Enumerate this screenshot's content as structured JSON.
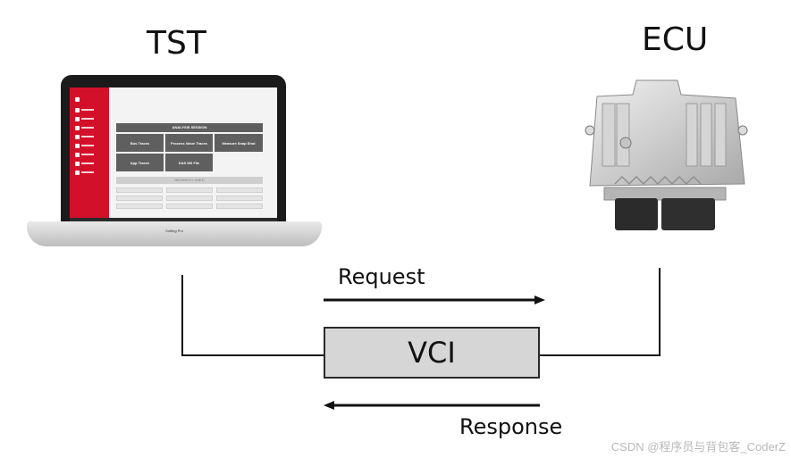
{
  "labels": {
    "tst": "TST",
    "ecu": "ECU",
    "request": "Request",
    "response": "Response",
    "vci": "VCI"
  },
  "laptop_screen": {
    "panel_title": "ANALYSIS SESSION",
    "tiles": [
      "Bus Traces",
      "Process Value Traces",
      "Measure Snap Shot",
      "App Traces",
      "DAS W/I File"
    ],
    "recent_title": "RECENTLY USED",
    "brand": "Softing Pro"
  },
  "watermark": "CSDN @程序员与背包客_CoderZ",
  "colors": {
    "sidebar": "#d3102a",
    "vci_fill": "#d6d6d6",
    "line": "#111111"
  }
}
